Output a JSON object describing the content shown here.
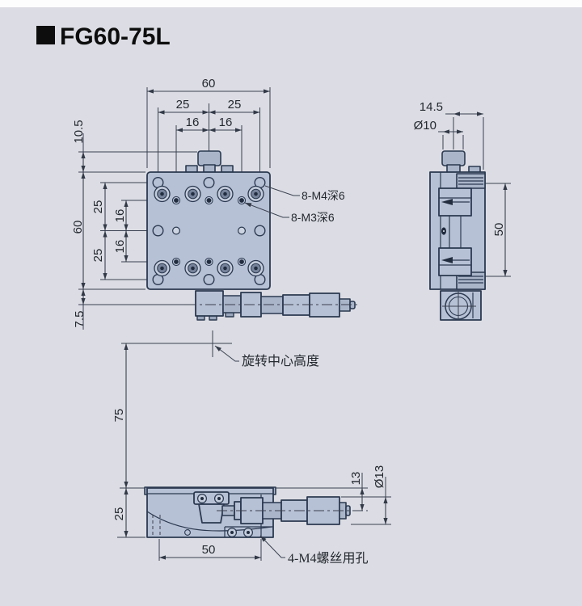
{
  "page": {
    "title_marker": "■",
    "title": "FG60-75L"
  },
  "colors": {
    "background": "#dcdde4",
    "part_fill": "#b7c1d5",
    "outline": "#2b3950",
    "dimension_lines": "#3a4150"
  },
  "top_view": {
    "dim_width_total": "60",
    "dim_width_left": "25",
    "dim_width_right": "25",
    "dim_inner_left": "16",
    "dim_inner_right": "16",
    "dim_knob_height": "10.5",
    "dim_height_total": "60",
    "dim_axis_offset": "7.5",
    "dim_row_upper": "25",
    "dim_row_inner_upper": "16",
    "dim_row_inner_lower": "16",
    "dim_row_lower": "25",
    "label_m4_holes": "8-M4深6",
    "label_m3_holes": "8-M3深6"
  },
  "side_view": {
    "dim_knob_to_edge": "14.5",
    "dim_knob_diameter": "Ø10",
    "dim_slot_span": "50"
  },
  "front_view": {
    "dim_height_to_center": "75",
    "dim_base_height": "25",
    "dim_hole_span": "50",
    "dim_top_to_axis": "13",
    "dim_barrel_diameter": "Ø13",
    "label_rotation_center": "旋转中心高度",
    "label_screw_holes": "4-M4螺丝用孔"
  }
}
